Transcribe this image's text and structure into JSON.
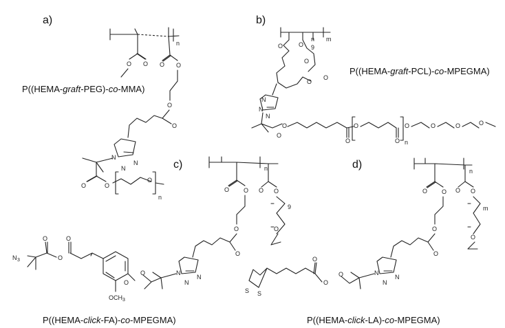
{
  "panels": [
    {
      "letter": "a)",
      "caption": [
        "P((HEMA-",
        "graft",
        "-PEG)-",
        "co",
        "-MMA)"
      ]
    },
    {
      "letter": "b)",
      "caption": [
        "P((HEMA-",
        "graft",
        "-PCL)-",
        "co",
        "-MPEGMA)"
      ]
    },
    {
      "letter": "c)",
      "caption": [
        "P((HEMA-",
        "click",
        "-FA)-",
        "co",
        "-MPEGMA)"
      ]
    },
    {
      "letter": "d)",
      "caption": [
        "P((HEMA-",
        "click",
        "-LA)-",
        "co",
        "-MPEGMA)"
      ]
    }
  ],
  "atoms": {
    "O": "O",
    "N": "N",
    "S": "S",
    "n": "n",
    "m": "m",
    "nine": "9",
    "N3": "N",
    "N3_sub": "3",
    "OCH3": "OCH",
    "OCH3_sub": "3"
  }
}
